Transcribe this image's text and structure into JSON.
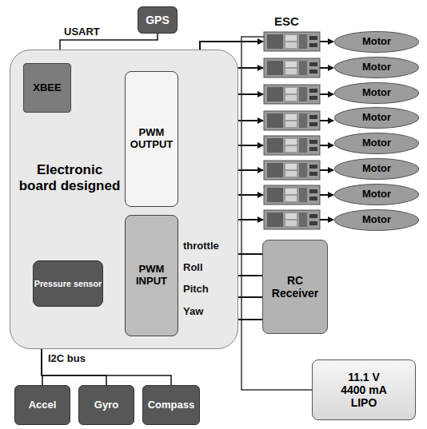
{
  "diagram": {
    "nodes": [
      {
        "text": [
          "GPS"
        ]
      },
      {
        "text": [
          "Electronic board designed"
        ]
      },
      {
        "text": [
          "XBEE"
        ],
        "in": 1
      },
      {
        "text": [
          "PWM OUTPUT"
        ],
        "in": 1
      },
      {
        "text": [
          "PWM INPUT"
        ],
        "in": 1
      },
      {
        "text": [
          "Pressure sensor"
        ],
        "in": 1
      },
      {
        "text": [
          "Motor"
        ]
      },
      {
        "text": [
          "Motor"
        ]
      },
      {
        "text": [
          "Motor"
        ]
      },
      {
        "text": [
          "Motor"
        ]
      },
      {
        "text": [
          "Motor"
        ]
      },
      {
        "text": [
          "Motor"
        ]
      },
      {
        "text": [
          "Motor"
        ]
      },
      {
        "text": [
          "Motor"
        ]
      },
      {
        "text": [
          "RC Receiver"
        ]
      },
      {
        "text": [
          "11.1 V 4400 mA LIPO"
        ]
      },
      {
        "text": [
          "Accel"
        ]
      },
      {
        "text": [
          "Gyro"
        ]
      },
      {
        "text": [
          "Compass"
        ]
      }
    ],
    "edges": [
      {
        "from": 0,
        "to": 1,
        "label": "USART",
        "arrow": "none"
      },
      {
        "from": 14,
        "to": 4,
        "label": "throttle",
        "arrow": "to"
      },
      {
        "from": 14,
        "to": 4,
        "label": "Roll",
        "arrow": "to"
      },
      {
        "from": 14,
        "to": 4,
        "label": "Pitch",
        "arrow": "to"
      },
      {
        "from": 14,
        "to": 4,
        "label": "Yaw",
        "arrow": "to"
      },
      {
        "from": 1,
        "to": 16,
        "arrow": "none"
      },
      {
        "from": 1,
        "to": 17,
        "arrow": "none"
      },
      {
        "from": 1,
        "to": 18,
        "arrow": "none"
      }
    ],
    "labels": [
      "ESC",
      "I2C bus"
    ]
  }
}
